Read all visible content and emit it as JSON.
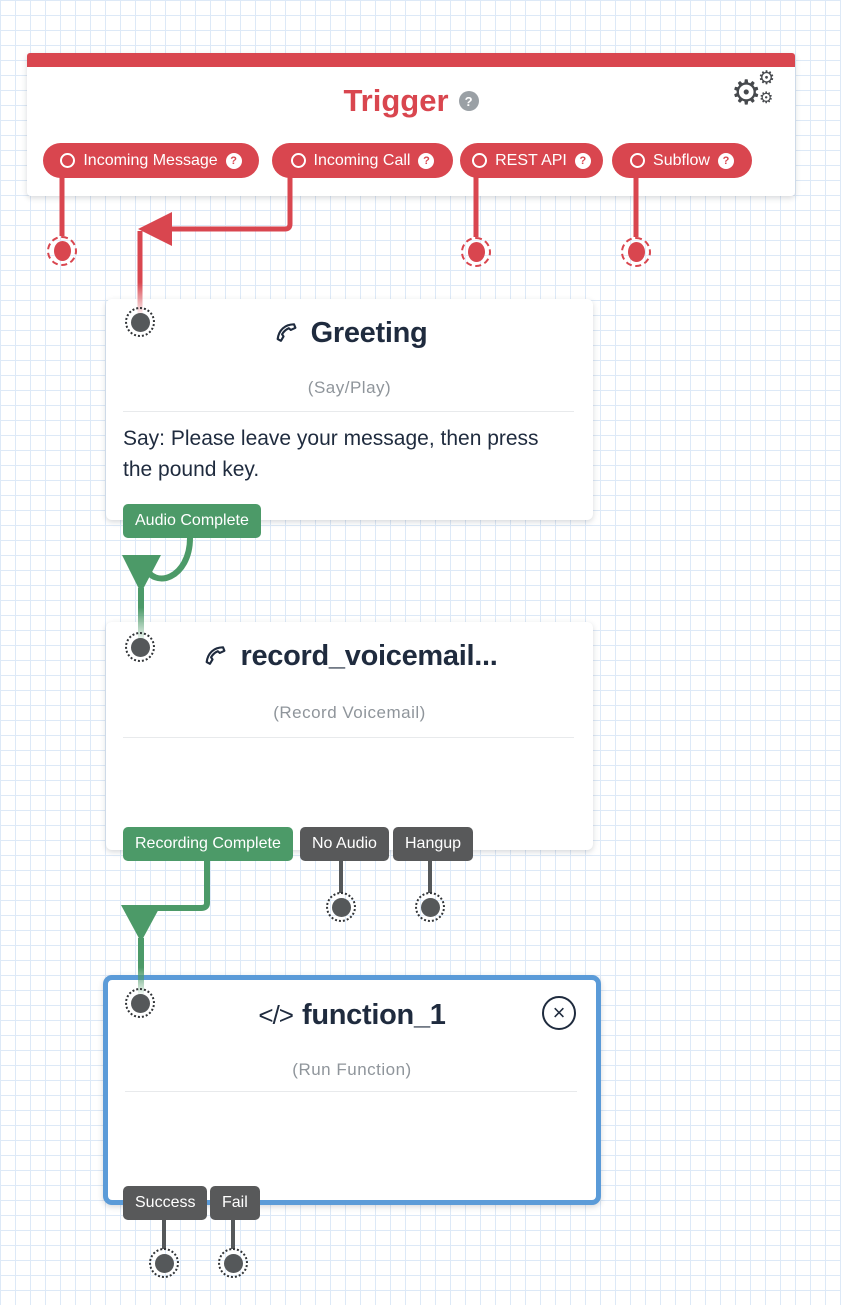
{
  "icons": {
    "help": "?",
    "gear": "⚙",
    "close": "×",
    "code": "</>"
  },
  "trigger": {
    "title": "Trigger",
    "pills": [
      {
        "label": "Incoming Message"
      },
      {
        "label": "Incoming Call"
      },
      {
        "label": "REST API"
      },
      {
        "label": "Subflow"
      }
    ]
  },
  "greeting": {
    "title": "Greeting",
    "type": "(Say/Play)",
    "body": "Say: Please leave your message, then press the pound key.",
    "transitions": [
      {
        "label": "Audio Complete"
      }
    ]
  },
  "record": {
    "title": "record_voicemail...",
    "type": "(Record Voicemail)",
    "transitions": [
      {
        "label": "Recording Complete"
      },
      {
        "label": "No Audio"
      },
      {
        "label": "Hangup"
      }
    ]
  },
  "function": {
    "title": "function_1",
    "type": "(Run Function)",
    "transitions": [
      {
        "label": "Success"
      },
      {
        "label": "Fail"
      }
    ]
  },
  "colors": {
    "accent_red": "#d9464f",
    "success_green": "#4c9a68",
    "tag_gray": "#58595a",
    "title_navy": "#1f2b3e",
    "selected_blue": "#5b9bd8",
    "grid_line": "#dde9f7"
  }
}
